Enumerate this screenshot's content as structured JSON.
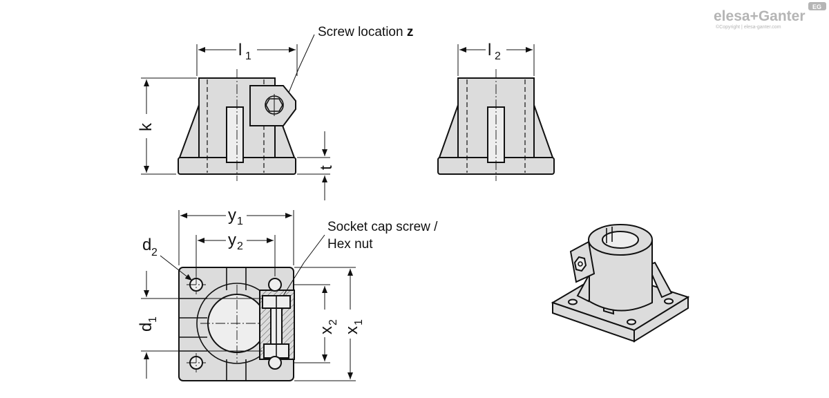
{
  "brand": {
    "logo_text": "elesa+Ganter",
    "badge": "EG",
    "copyright": "©Copyright | elesa-ganter.com"
  },
  "dimensions": {
    "l1": "l",
    "l1_sub": "1",
    "l2": "l",
    "l2_sub": "2",
    "k": "k",
    "t": "t",
    "y1": "y",
    "y1_sub": "1",
    "y2": "y",
    "y2_sub": "2",
    "d1": "d",
    "d1_sub": "1",
    "d2": "d",
    "d2_sub": "2",
    "x1": "x",
    "x1_sub": "1",
    "x2": "x",
    "x2_sub": "2"
  },
  "callouts": {
    "screw_location_text": "Screw location ",
    "screw_location_var": "z",
    "socket_line1": "Socket cap screw /",
    "socket_line2": "Hex nut"
  }
}
